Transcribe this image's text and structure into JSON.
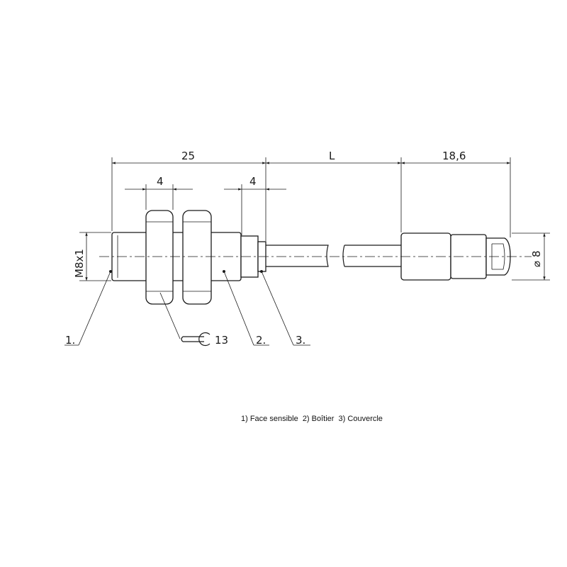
{
  "dimensions": {
    "overall_length": "25",
    "cable_length": "L",
    "connector_length": "18,6",
    "nut_width_left": "4",
    "nut_width_right": "4",
    "thread": "M8x1",
    "diameter": "8"
  },
  "diameter_symbol": "⌀",
  "callouts": {
    "sensing_face": "1.",
    "housing": "2.",
    "cover": "3.",
    "wrench_size": "13"
  },
  "icons": {
    "wrench": "wrench-icon"
  },
  "legend": "1) Face sensible  2) Boîtier  3) Couvercle"
}
